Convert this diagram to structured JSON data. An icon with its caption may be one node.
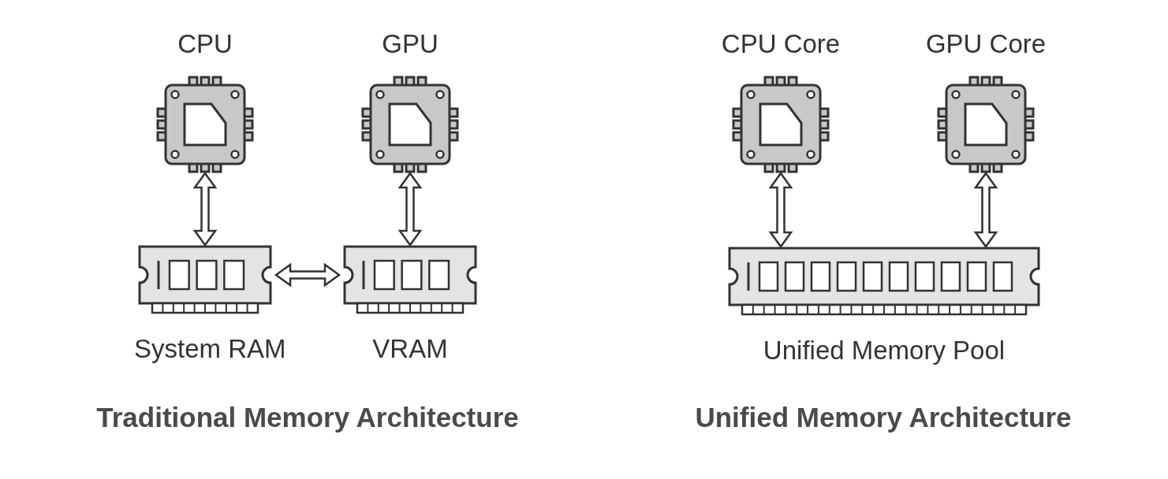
{
  "diagram": {
    "nodes": [
      {
        "text": [
          "CPU"
        ]
      },
      {
        "text": [
          "GPU"
        ]
      },
      {
        "text": [
          "System RAM"
        ]
      },
      {
        "text": [
          "VRAM"
        ]
      },
      {
        "text": [
          "CPU Core"
        ]
      },
      {
        "text": [
          "GPU Core"
        ]
      },
      {
        "text": [
          "Unified Memory Pool"
        ]
      }
    ],
    "edges": [
      {
        "from": 0,
        "to": 2,
        "arrow": "both"
      },
      {
        "from": 1,
        "to": 3,
        "arrow": "both"
      },
      {
        "from": 2,
        "to": 3,
        "arrow": "both"
      },
      {
        "from": 4,
        "to": 6,
        "arrow": "both"
      },
      {
        "from": 5,
        "to": 6,
        "arrow": "both"
      }
    ],
    "labels": [
      "Traditional Memory Architecture",
      "Unified Memory Architecture"
    ]
  }
}
